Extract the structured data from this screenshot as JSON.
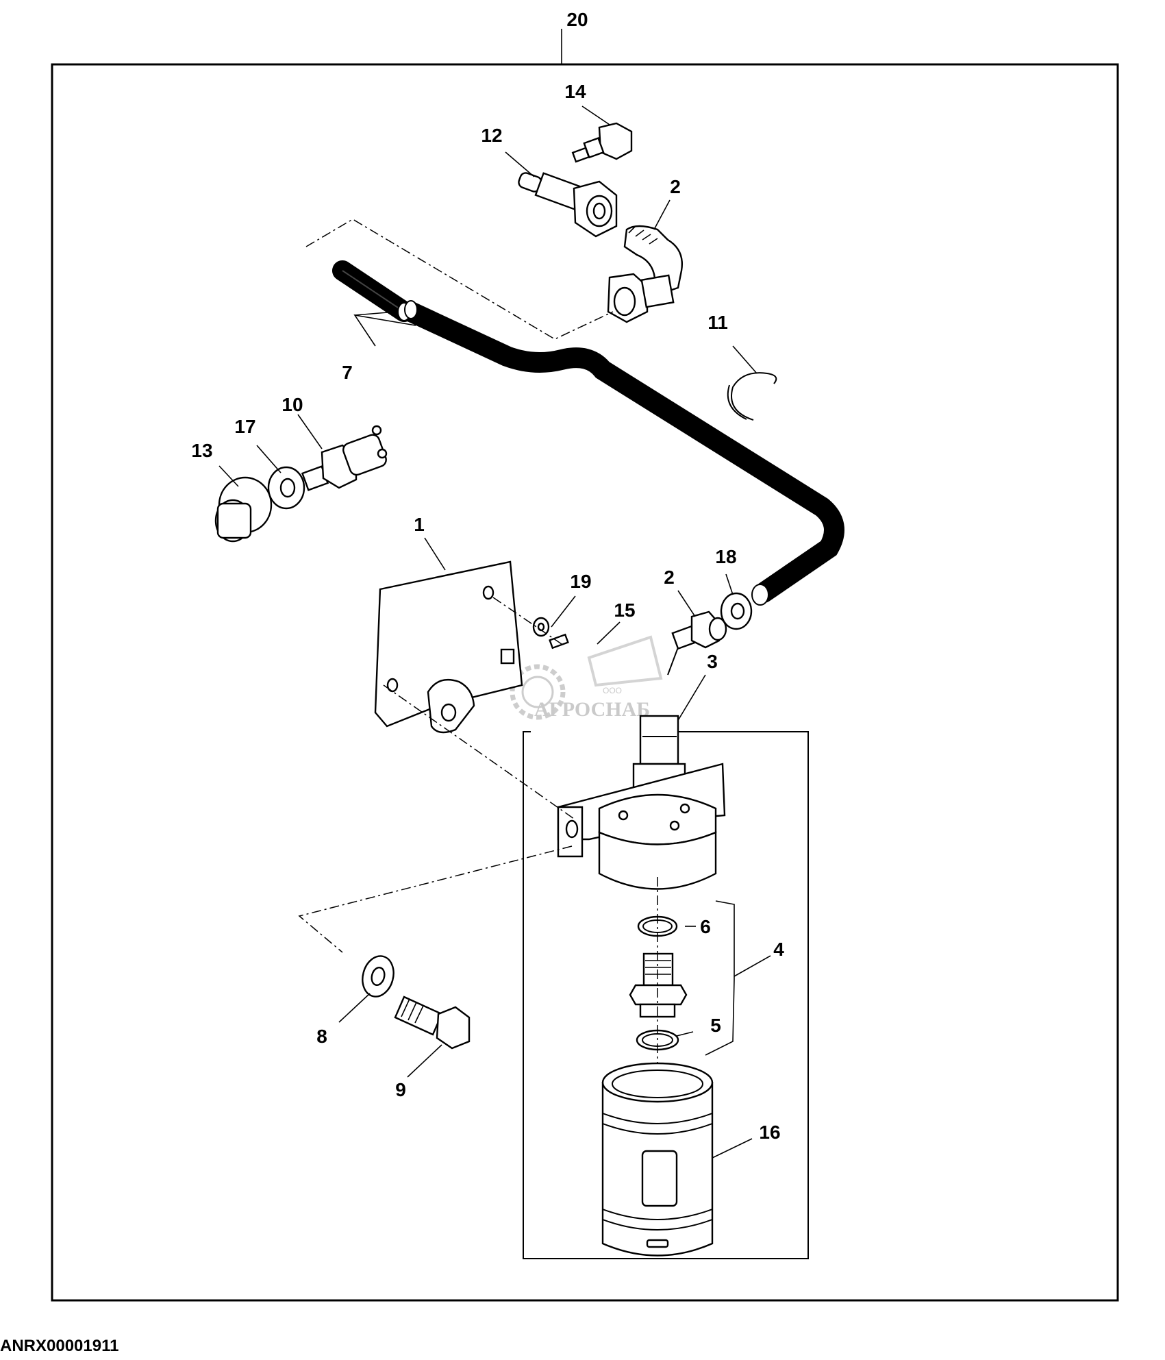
{
  "diagram": {
    "reference_code": "ANRX00001911",
    "assembly_callout": "20",
    "subassembly_callouts": [
      "3",
      "4"
    ],
    "watermark": {
      "text": "АГРОСНАБ",
      "small_text": "ООО"
    },
    "callouts": [
      "1",
      "2",
      "2",
      "5",
      "6",
      "7",
      "8",
      "9",
      "10",
      "11",
      "12",
      "13",
      "14",
      "15",
      "16",
      "17",
      "18",
      "19"
    ]
  }
}
